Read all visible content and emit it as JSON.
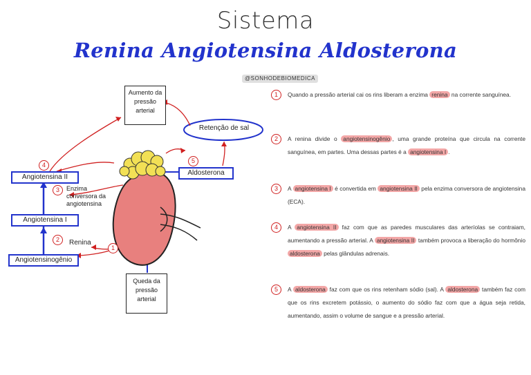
{
  "title": "Sistema",
  "subtitle": "Renina Angiotensina Aldosterona",
  "handle": "@SONHODEBIOMEDICA",
  "diagram": {
    "aumento": "Aumento da pressão arterial",
    "retencao": "Retenção de sal",
    "angiotensina2": "Angiotensina II",
    "angiotensina1": "Angiotensina I",
    "angiotensinogenio": "Angiotensinogênio",
    "aldosterona": "Aldosterona",
    "enzima": "Enzima conversora da angiotensina",
    "renina": "Renina",
    "queda": "Queda da pressão arterial",
    "n1": "1",
    "n2": "2",
    "n3": "3",
    "n4": "4",
    "n5": "5"
  },
  "notes": [
    {
      "num": "1",
      "parts": [
        [
          "Quando a pressão arterial cai os rins liberam a enzima ",
          false
        ],
        [
          "renina",
          true
        ],
        [
          " na corrente sanguínea.",
          false
        ]
      ]
    },
    {
      "num": "2",
      "parts": [
        [
          "A renina divide o ",
          false
        ],
        [
          "angiotensinogênio",
          true
        ],
        [
          ", uma grande proteína que circula na corrente sanguínea, em partes. Uma dessas partes é a ",
          false
        ],
        [
          "angiotensina I",
          true
        ],
        [
          ".",
          false
        ]
      ]
    },
    {
      "num": "3",
      "parts": [
        [
          "A ",
          false
        ],
        [
          "angiotensina I",
          true
        ],
        [
          " é convertida em ",
          false
        ],
        [
          "angiotensina II",
          true
        ],
        [
          " pela enzima conversora de angiotensina (ECA).",
          false
        ]
      ]
    },
    {
      "num": "4",
      "parts": [
        [
          "A ",
          false
        ],
        [
          "angiotensina II",
          true
        ],
        [
          " faz com que as paredes musculares das arteríolas se contraiam, aumentando a pressão arterial. A ",
          false
        ],
        [
          "angiotensina II",
          true
        ],
        [
          " também provoca a liberação do hormônio ",
          false
        ],
        [
          "aldosterona",
          true
        ],
        [
          " pelas glândulas adrenais.",
          false
        ]
      ]
    },
    {
      "num": "5",
      "parts": [
        [
          "A ",
          false
        ],
        [
          "aldosterona",
          true
        ],
        [
          " faz com que os rins retenham sódio (sal). A ",
          false
        ],
        [
          "aldosterona",
          true
        ],
        [
          " também faz com que os rins excretem potássio, o aumento do sódio faz com que a água seja retida, aumentando, assim o volume de sangue e a pressão arterial.",
          false
        ]
      ]
    }
  ],
  "colors": {
    "red": "#d02020",
    "blue": "#2233cc",
    "kidney": "#e8807e",
    "adrenal": "#f2e055"
  }
}
